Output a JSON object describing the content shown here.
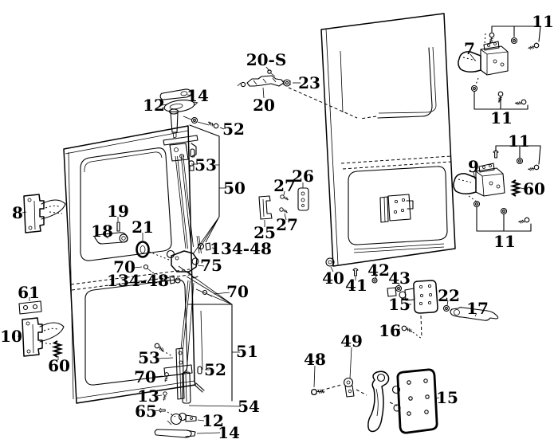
{
  "diagram": {
    "type": "exploded-parts-diagram",
    "subject": "cargo-van rear door hinges, latches and lock hardware",
    "colors": {
      "background": "#ffffff",
      "line": "#000000"
    },
    "labels": [
      {
        "id": "label-11-hinge7-upper",
        "text": "11"
      },
      {
        "id": "label-7",
        "text": "7"
      },
      {
        "id": "label-11-hinge7-lower",
        "text": "11"
      },
      {
        "id": "label-11-hinge9-upper",
        "text": "11"
      },
      {
        "id": "label-9",
        "text": "9"
      },
      {
        "id": "label-60-right",
        "text": "60"
      },
      {
        "id": "label-11-hinge9-lower",
        "text": "11"
      },
      {
        "id": "label-20S",
        "text": "20-S"
      },
      {
        "id": "label-23",
        "text": "23"
      },
      {
        "id": "label-20",
        "text": "20"
      },
      {
        "id": "label-14-top",
        "text": "14"
      },
      {
        "id": "label-12-top",
        "text": "12"
      },
      {
        "id": "label-52-top",
        "text": "52"
      },
      {
        "id": "label-53-top",
        "text": "53"
      },
      {
        "id": "label-50",
        "text": "50"
      },
      {
        "id": "label-26",
        "text": "26"
      },
      {
        "id": "label-27-top",
        "text": "27"
      },
      {
        "id": "label-25",
        "text": "25"
      },
      {
        "id": "label-27-bottom",
        "text": "27"
      },
      {
        "id": "label-8",
        "text": "8"
      },
      {
        "id": "label-19",
        "text": "19"
      },
      {
        "id": "label-18",
        "text": "18"
      },
      {
        "id": "label-21",
        "text": "21"
      },
      {
        "id": "label-70-left",
        "text": "70"
      },
      {
        "id": "label-134-48-right",
        "text": "134-48"
      },
      {
        "id": "label-75",
        "text": "75"
      },
      {
        "id": "label-134-48-left",
        "text": "134-48"
      },
      {
        "id": "label-70-right",
        "text": "70"
      },
      {
        "id": "label-61",
        "text": "61"
      },
      {
        "id": "label-10",
        "text": "10"
      },
      {
        "id": "label-60-left",
        "text": "60"
      },
      {
        "id": "label-40",
        "text": "40"
      },
      {
        "id": "label-41",
        "text": "41"
      },
      {
        "id": "label-42",
        "text": "42"
      },
      {
        "id": "label-43",
        "text": "43"
      },
      {
        "id": "label-15-top",
        "text": "15"
      },
      {
        "id": "label-22",
        "text": "22"
      },
      {
        "id": "label-17",
        "text": "17"
      },
      {
        "id": "label-16",
        "text": "16"
      },
      {
        "id": "label-53-bottom",
        "text": "53"
      },
      {
        "id": "label-51",
        "text": "51"
      },
      {
        "id": "label-52-bottom",
        "text": "52"
      },
      {
        "id": "label-70-bottom",
        "text": "70"
      },
      {
        "id": "label-13",
        "text": "13"
      },
      {
        "id": "label-65",
        "text": "65"
      },
      {
        "id": "label-12-bottom",
        "text": "12"
      },
      {
        "id": "label-54",
        "text": "54"
      },
      {
        "id": "label-14-bottom",
        "text": "14"
      },
      {
        "id": "label-48",
        "text": "48"
      },
      {
        "id": "label-49",
        "text": "49"
      },
      {
        "id": "label-15-bottom",
        "text": "15"
      }
    ]
  }
}
